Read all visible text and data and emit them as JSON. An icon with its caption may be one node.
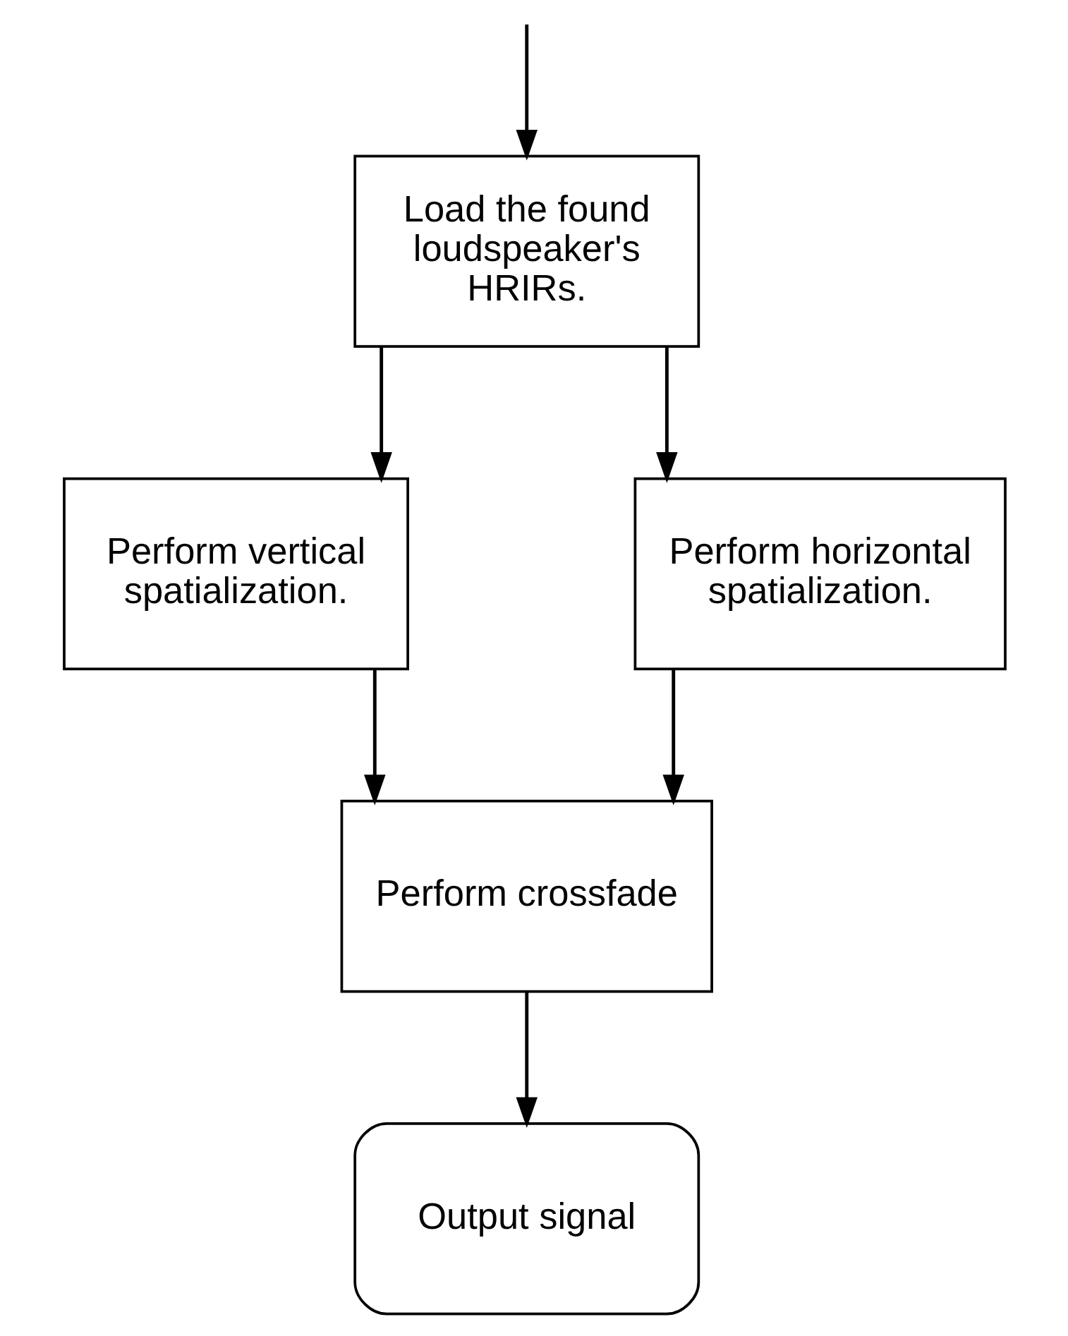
{
  "diagram": {
    "nodes": [
      {
        "text": [
          "Load the found loudspeaker's HRIRs."
        ]
      },
      {
        "text": [
          "Perform vertical spatialization."
        ]
      },
      {
        "text": [
          "Perform horizontal spatialization."
        ]
      },
      {
        "text": [
          "Perform crossfade"
        ]
      },
      {
        "text": [
          "Output signal"
        ]
      }
    ],
    "edges": [
      {
        "from": null,
        "to": 0,
        "arrow": "to"
      },
      {
        "from": 0,
        "to": 1,
        "arrow": "to"
      },
      {
        "from": 0,
        "to": 2,
        "arrow": "to"
      },
      {
        "from": 1,
        "to": 3,
        "arrow": "to"
      },
      {
        "from": 2,
        "to": 3,
        "arrow": "to"
      },
      {
        "from": 3,
        "to": 4,
        "arrow": "to"
      }
    ]
  }
}
